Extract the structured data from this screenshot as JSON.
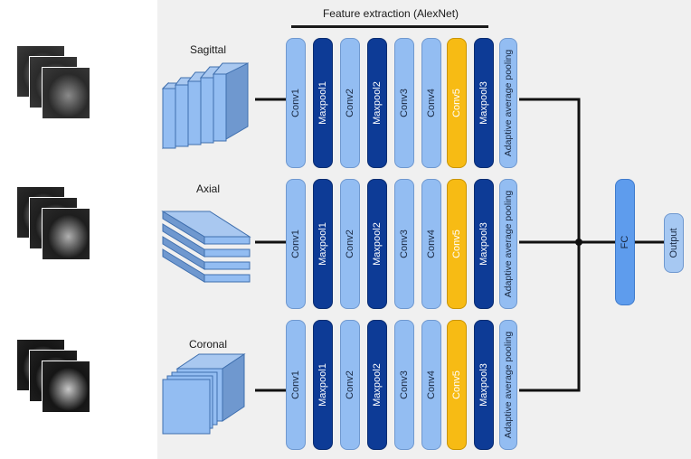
{
  "diagram": {
    "title": "Feature extraction (AlexNet)",
    "planes": [
      {
        "label": "Sagittal"
      },
      {
        "label": "Axial"
      },
      {
        "label": "Coronal"
      }
    ],
    "layers": [
      "Conv1",
      "Maxpool1",
      "Conv2",
      "Maxpool2",
      "Conv3",
      "Conv4",
      "Conv5",
      "Maxpool3",
      "Adaptive average pooling"
    ],
    "fc_label": "FC",
    "output_label": "Output",
    "colors": {
      "conv": "#93bdf2",
      "maxpool": "#0d3b96",
      "conv5": "#f7bb14",
      "fc": "#5e9ced",
      "panel": "#f0f0f0",
      "line": "#111111"
    }
  }
}
